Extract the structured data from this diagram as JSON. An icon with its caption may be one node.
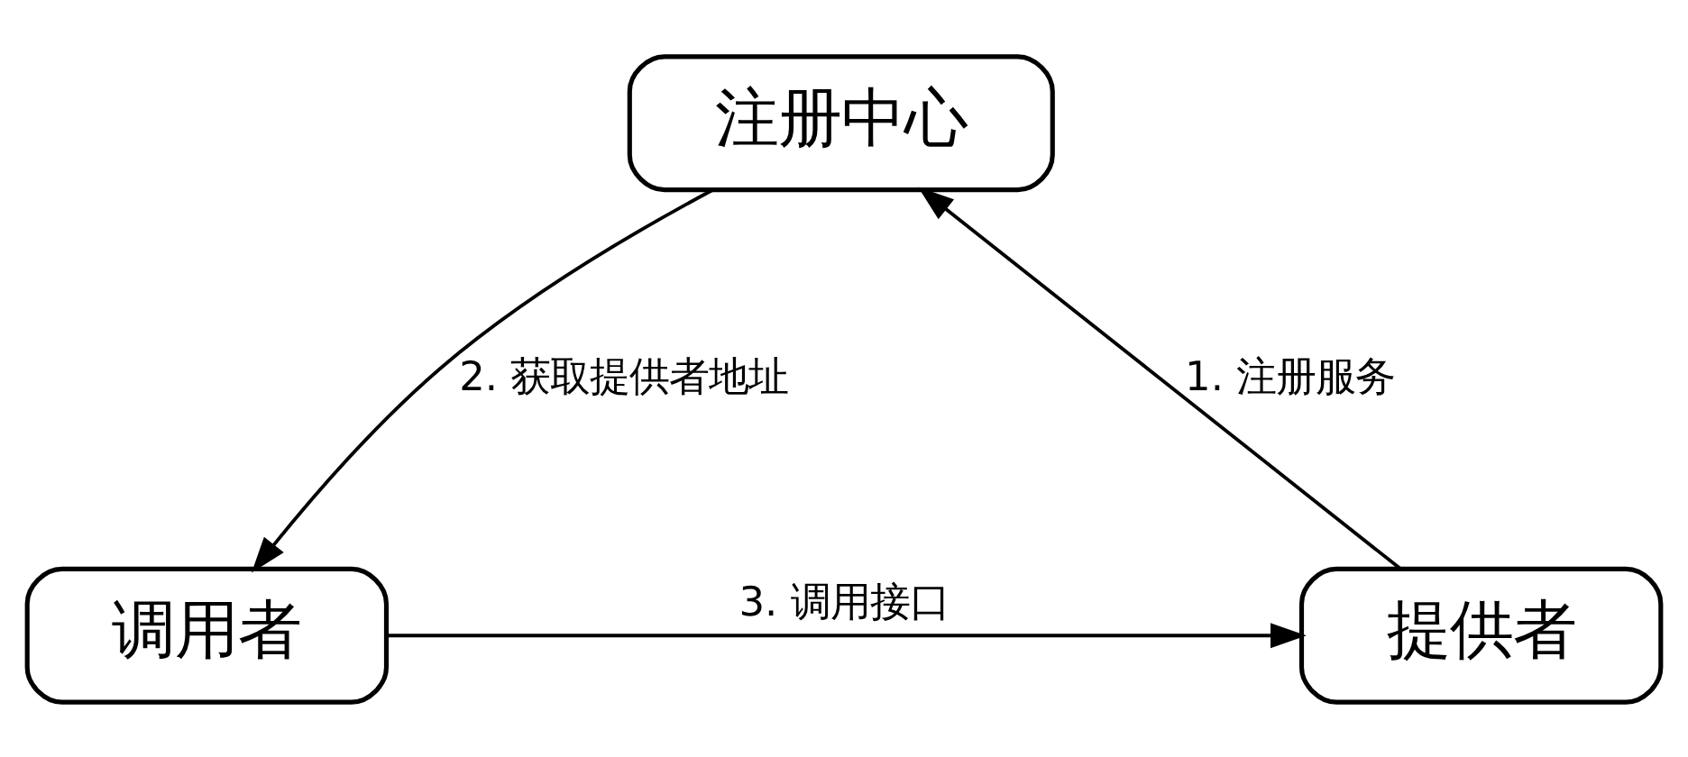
{
  "diagram": {
    "nodes": [
      {
        "text": [
          "注册中心"
        ]
      },
      {
        "text": [
          "调用者"
        ]
      },
      {
        "text": [
          "提供者"
        ]
      }
    ],
    "edges": [
      {
        "from": 0,
        "to": 1,
        "arrow": "to",
        "label": "2. 获取提供者地址"
      },
      {
        "from": 2,
        "to": 0,
        "arrow": "to",
        "label": "1. 注册服务"
      },
      {
        "from": 1,
        "to": 2,
        "arrow": "to",
        "label": "3. 调用接口"
      }
    ]
  }
}
